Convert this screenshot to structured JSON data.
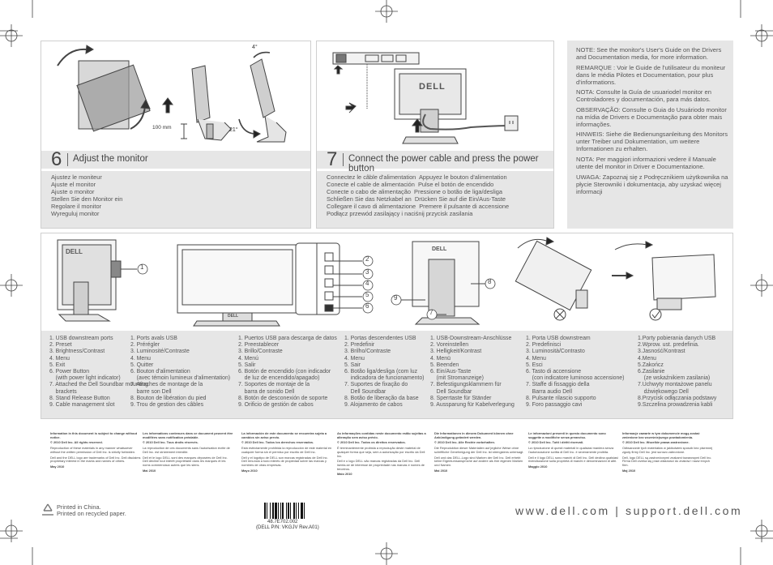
{
  "step6": {
    "number": "6",
    "title": "Adjust the monitor",
    "measure_height": "100 mm",
    "measure_tilt_back": "21°",
    "measure_tilt_fwd": "4°",
    "translations": [
      "Ajustez le moniteur",
      "Ajuste el monitor",
      "Ajuste o monitor",
      "Stellen Sie den Monitor ein",
      "Regolare il monitor",
      "Wyreguluj monitor"
    ]
  },
  "step7": {
    "number": "7",
    "title": "Connect the power cable and press the power button",
    "translations": [
      "Connectez le câble d'alimentation  Appuyez le bouton d'alimentation",
      "Conecte el cable de alimentación  Pulse el botón de encendido",
      "Conecte o cabo de alimentação  Pressione o botão de liga/desliga",
      "Schließen Sie das Netzkabel an  Drücken Sie auf die Ein/Aus-Taste",
      "Collegare il cavo di alimentazione  Premere il pulsante di accensione",
      "Podłącz przewód zasilający i naciśnij przycisk zasilania"
    ]
  },
  "notes": [
    "NOTE: See the monitor's User's Guide on the Drivers and Documentation media, for more information.",
    "REMARQUE : Voir le Guide de l'utilisateur du moniteur dans le média Pilotes et Documentation, pour plus d'informations.",
    "NOTA: Consulte la Guía de usuariodel monitor en Controladores y documentación, para más datos.",
    "OBSERVAÇÃO: Consulte o Guia do Usuáriodo monitor na mídia de Drivers e Documentação para obter mais informações.",
    "HINWEIS: Siehe die Bedienungsanleitung des Monitors unter Treiber und Dokumentation, um weitere Informationen zu erhalten.",
    "NOTA: Per maggiori informazioni vedere il Manuale utente del monitor in Driver e Documentazione.",
    "UWAGA: Zapoznaj się z Podręcznikiem użytkownika na płycie Sterowniki i dokumentacja, aby uzyskać więcej informacji"
  ],
  "callouts": [
    "1",
    "2",
    "3",
    "4",
    "5",
    "6",
    "7",
    "8",
    "9"
  ],
  "brand": "DELL",
  "legend_columns": [
    "1. USB downstream ports\n2. Preset\n3. Brightness/Contrast\n4. Menu\n5. Exit\n6. Power Button\n    (with power light indicator)\n7. Attached the Dell Soundbar mounting\n    brackets\n8. Stand Release Button\n9. Cable management slot",
    "1. Ports avals USB\n2. Prérégler\n3. Luminosité/Contraste\n4. Menu\n5. Quitter\n6. Bouton d'alimentation\n    (avec témoin lumineux d'alimentation)\n7. Attaches de montage de la\n    barre son Dell\n8. Bouton de libération du pied\n9. Trou de gestion des câbles",
    "1. Puertos USB para descarga de datos\n2. Preestablecer\n3. Brillo/Contraste\n4. Menú\n5. Salir\n6. Botón de encendido (con indicador\n    de luz de encendido/apagado)\n7. Soportes de montaje de la\n    barra de sonido Dell\n8. Botón de desconexión de soporte\n9. Orificio de gestión de cabos",
    "1. Portas descendentes USB\n2. Predefinir\n3. Brilho/Contraste\n4. Menu\n5. Sair\n6. Botão liga/desliga (com luz\n    indicadora de funcionamento)\n7. Suportes de fixação do\n    Dell Soundbar\n8. Botão de liberação da base\n9. Alojamento de cabos",
    "1. USB-Downstream-Anschlüsse\n2. Voreinstellen\n3. Helligkeit/Kontrast\n4. Menü\n5. Beenden\n6. Ein/Aus-Taste\n    (mit Stromanzeige)\n7. Befestigungsklammern für\n    Dell Soundbar\n8. Sperrtaste für Ständer\n9. Aussparung für Kabelverlegung",
    "1. Porta USB downstream\n2. Predefinisci\n3. Luminosità/Contrasto\n4. Menu\n5. Esci\n6. Tasto di accensione\n    (con indicatore luminoso accensione)\n7. Staffe di fissaggio della\n    Barra audio Dell\n8. Pulsante rilascio supporto\n9. Foro passaggio cavi",
    "1.Porty pobierania danych USB\n2.Wprow. ust. predefinia.\n3.Jasność/Kontrast\n4.Menu\n5.Zakończ\n6.Zasilanie\n    (ze wskaźnikiem zasilania)\n7.Uchwyty montażowe panelu\n    dźwiękowego Dell\n8.Przycisk odłączania podstawy\n9.Szczelina prowadzenia kabli"
  ],
  "fineprint": [
    {
      "head": "Information in this document is subject to change without notice.",
      "copy": "© 2010 Dell Inc. All rights reserved.",
      "body": "Reproduction of these materials in any manner whatsoever without the written permission of Dell Inc. is strictly forbidden.",
      "body2": "Dell and the DELL logo are trademarks of Dell Inc. Dell disclaims proprietary interest in the marks and names of others.",
      "date": "May 2010"
    },
    {
      "head": "Les informations contenues dans ce document peuvent être modifiées sans notification préalable.",
      "copy": "© 2010 Dell Inc. Tous droits réservés.",
      "body": "La reproduction de ces documents sans l'autorisation écrite de Dell Inc. est strictement interdite.",
      "body2": "Dell et le logo DELL sont des marques déposées de Dell Inc. Dell décline tout intérêt propriétaire dans les marques et les noms commerciaux autres que les siens.",
      "date": "Mai 2010"
    },
    {
      "head": "La información de este documento se encuentra sujeta a cambios sin aviso previo.",
      "copy": "© 2010 Dell Inc. Todos los derechos reservados.",
      "body": "Está estrictamente prohibida la reproducción de este material en cualquier forma sin el permiso por escrito de Dell Inc.",
      "body2": "Dell y el logotipo de DELL son marcas registradas de Dell Inc. Dell renuncia a todo interés de propiedad sobre las marcas y nombres de otras empresas.",
      "date": "Mayo 2010"
    },
    {
      "head": "As informações contidas neste documento estão sujeitas a alteração sem aviso prévio.",
      "copy": "© 2010 Dell Inc. Todos os direitos reservados.",
      "body": "É terminantemente proibida a reprodução deste material de qualquer forma que seja, sem a autorização por escrito da Dell Inc.",
      "body2": "Dell e o logo DELL são marcas registradas da Dell Inc. Dell isenta-se de interesse de propriedade nas marcas e nomes de terceiros.",
      "date": "Maio 2010"
    },
    {
      "head": "Die Informationen in diesem Dokument können ohne Ankündigung geändert werden.",
      "copy": "© 2010 Dell Inc. Alle Rechte vorbehalten.",
      "body": "Die Reproduktion dieser Materialien auf jegliche Weise ohne schriftliche Genehmigung der Dell Inc. ist strengstens untersagt.",
      "body2": "Dell und das DELL-Logo sind Marken der Dell Inc. Dell erhebt keine Eigentumsansprüche auf andere als ihre eigenen Marken und Namen.",
      "date": "Mai 2010"
    },
    {
      "head": "Le informazioni presenti in questo documento sono soggette a modifiche senza preavviso.",
      "copy": "© 2010 Dell Inc. Tutti i diritti riservati.",
      "body": "La riproduzione di questi materiali in qualsiasi maniera senza l'autorizzazione scritta di Dell Inc. è severamente proibita.",
      "body2": "Dell e il logo DELL sono marchi di Dell Inc. Dell declina qualsiasi rivendicazione sulla proprietà di marchi e denominazioni di altri.",
      "date": "Maggio 2010"
    },
    {
      "head": "Informacje zawarte w tym dokumencie mogą zostać zmienione bez wcześniejszego powiadomienia.",
      "copy": "© 2010 Dell Inc. Wszelkie prawa zastrzeżone.",
      "body": "Odtwarzanie tych materiałów w jakikolwiek sposób bez pisemnej zgody firmy Dell Inc. jest surowo zabronione.",
      "body2": "Dell, logo DELL są zastrzeżonymi znakami towarowymi Dell Inc. Firma Dell zrzeka się praw własności do znaków i nazw innych firm.",
      "date": "Maj 2010"
    }
  ],
  "recycle": {
    "line1": "Printed in China.",
    "line2": "Printed on recycled paper."
  },
  "barcode": {
    "number": "48.7E702.002",
    "pin": "(DELL P/N: VKGJV Rev.A01)"
  },
  "url": "www.dell.com  |  support.dell.com"
}
